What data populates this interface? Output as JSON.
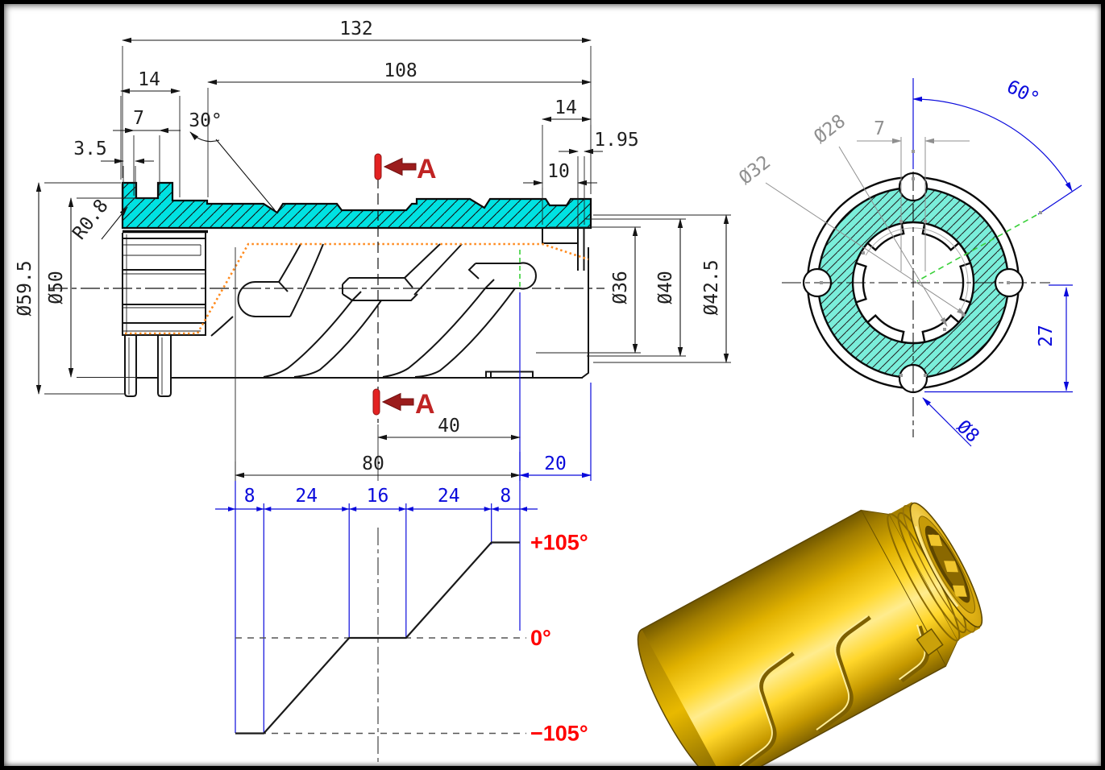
{
  "sheet": {
    "description": "CAD drawing sheet of a slotted cylindrical muzzle-brake part: half-section side view, sectioned end view, helix development profile chart and gold 3D render"
  },
  "colors": {
    "hatch_side": "#00e2e2",
    "hatch_end": "#7aeeda",
    "dim_blue": "#0a0adc",
    "dim_gray": "#8f8f8f",
    "label_red": "#ff0000",
    "section_red": "#b02020",
    "orange_hidden": "#ff8a1e",
    "green_ref": "#39d039",
    "gold": "#f5c400"
  },
  "side_view": {
    "dim_132": "132",
    "dim_108": "108",
    "dim_14_left": "14",
    "dim_7": "7",
    "dim_3_5": "3.5",
    "dim_30": "30°",
    "dim_14_right": "14",
    "dim_1_95": "1.95",
    "dim_10": "10",
    "dim_r08": "R0.8",
    "dia_59_5": "Ø59.5",
    "dia_50": "Ø50",
    "dia_36": "Ø36",
    "dia_40": "Ø40",
    "dia_42_5": "Ø42.5",
    "section_label": "A",
    "dim_40": "40",
    "dim_80": "80",
    "dim_20": "20"
  },
  "end_view": {
    "dim_60": "60°",
    "dia_28": "Ø28",
    "dia_32": "Ø32",
    "dim_7": "7",
    "dim_27": "27",
    "dia_8": "Ø8"
  },
  "chart_data": {
    "type": "line",
    "title": "helix groove development profile (angle vs axial position)",
    "x_mm": [
      0,
      8,
      32,
      48,
      72,
      80
    ],
    "y_deg": [
      -105,
      -105,
      0,
      0,
      105,
      105
    ],
    "segment_bounds_mm": [
      0,
      8,
      32,
      48,
      72,
      80
    ],
    "segment_labels": [
      "8",
      "24",
      "16",
      "24",
      "8"
    ],
    "angle_labels": [
      {
        "text": "+105°",
        "value": 105
      },
      {
        "text": "0°",
        "value": 0
      },
      {
        "text": "−105°",
        "value": -105
      }
    ],
    "xlim": [
      0,
      80
    ],
    "ylim": [
      -105,
      105
    ],
    "grid": "dashed reference lines at 0° and −105°",
    "legend": "none"
  }
}
